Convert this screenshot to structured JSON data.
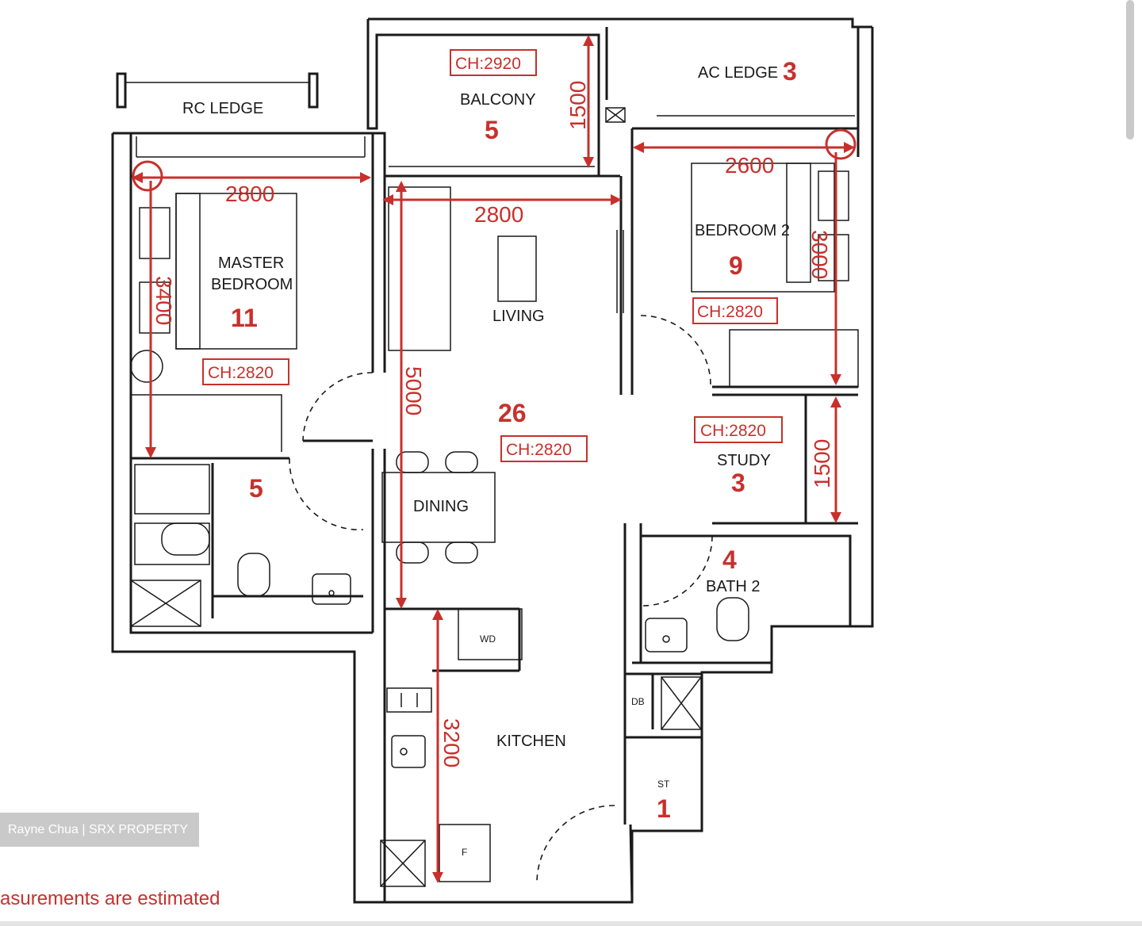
{
  "rooms": {
    "rc_ledge": "RC LEDGE",
    "balcony": "BALCONY",
    "ac_ledge": "AC LEDGE",
    "master_bedroom_1": "MASTER",
    "master_bedroom_2": "BEDROOM",
    "living": "LIVING",
    "bedroom2": "BEDROOM 2",
    "study": "STUDY",
    "bath2": "BATH 2",
    "kitchen": "KITCHEN",
    "dining": "DINING",
    "wd": "WD",
    "db": "DB",
    "st": "ST",
    "f": "F"
  },
  "areas": {
    "balcony": "5",
    "ac_ledge": "3",
    "master": "11",
    "bedroom2": "9",
    "living": "26",
    "master_bath": "5",
    "study": "3",
    "bath2": "4",
    "store": "1"
  },
  "dimensions": {
    "master_width": "2800",
    "master_depth": "3400",
    "living_width": "2800",
    "living_depth": "5000",
    "balcony_depth": "1500",
    "bedroom2_width": "2600",
    "bedroom2_depth": "3000",
    "study_depth": "1500",
    "kitchen_depth": "3200"
  },
  "ceiling_heights": {
    "balcony": "CH:2920",
    "master": "CH:2820",
    "bedroom2": "CH:2820",
    "living": "CH:2820",
    "study": "CH:2820"
  },
  "watermark": "Rayne Chua | SRX PROPERTY",
  "footnote": "asurements are estimated",
  "colors": {
    "annotation": "#c8302c",
    "wall": "#1a1a1a"
  }
}
